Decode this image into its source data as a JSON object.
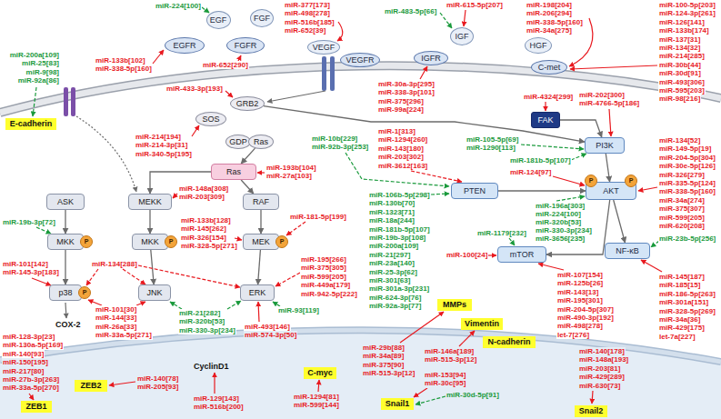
{
  "diagram": {
    "nodes": [
      {
        "text": [
          "EGF"
        ]
      },
      {
        "text": [
          "EGFR"
        ]
      },
      {
        "text": [
          "FGF"
        ]
      },
      {
        "text": [
          "FGFR"
        ]
      },
      {
        "text": [
          "VEGF"
        ]
      },
      {
        "text": [
          "VEGFR"
        ]
      },
      {
        "text": [
          "IGF"
        ]
      },
      {
        "text": [
          "IGFR"
        ]
      },
      {
        "text": [
          "HGF"
        ]
      },
      {
        "text": [
          "C-met"
        ]
      },
      {
        "text": [
          "E-cadherin"
        ]
      },
      {
        "text": [
          "GRB2"
        ]
      },
      {
        "text": [
          "SOS"
        ]
      },
      {
        "text": [
          "GDP"
        ]
      },
      {
        "text": [
          "Ras"
        ]
      },
      {
        "text": [
          "FAK"
        ]
      },
      {
        "text": [
          "PI3K"
        ]
      },
      {
        "text": [
          "Ras"
        ]
      },
      {
        "text": [
          "ASK"
        ]
      },
      {
        "text": [
          "MEKK"
        ]
      },
      {
        "text": [
          "RAF"
        ]
      },
      {
        "text": [
          "PTEN"
        ]
      },
      {
        "text": [
          "AKT"
        ]
      },
      {
        "text": [
          "MKK"
        ]
      },
      {
        "text": [
          "MKK"
        ]
      },
      {
        "text": [
          "MEK"
        ]
      },
      {
        "text": [
          "mTOR"
        ]
      },
      {
        "text": [
          "NF-κB"
        ]
      },
      {
        "text": [
          "p38"
        ]
      },
      {
        "text": [
          "JNK"
        ]
      },
      {
        "text": [
          "ERK"
        ]
      },
      {
        "text": [
          "MMPs"
        ]
      },
      {
        "text": [
          "Vimentin"
        ]
      },
      {
        "text": [
          "N-cadherin"
        ]
      },
      {
        "text": [
          "C-myc"
        ]
      },
      {
        "text": [
          "ZEB2"
        ]
      },
      {
        "text": [
          "Snail1"
        ]
      },
      {
        "text": [
          "ZEB1"
        ]
      },
      {
        "text": [
          "Snail2"
        ]
      },
      {
        "text": [
          "P"
        ]
      },
      {
        "text": [
          "P"
        ]
      },
      {
        "text": [
          "P"
        ]
      },
      {
        "text": [
          "P"
        ]
      },
      {
        "text": [
          "P"
        ]
      },
      {
        "text": [
          "P"
        ]
      }
    ],
    "edges": [
      {
        "from": 11,
        "to": 16,
        "arrow": "to"
      },
      {
        "from": 14,
        "to": 17,
        "arrow": "to"
      },
      {
        "from": 17,
        "to": 19,
        "arrow": "to"
      },
      {
        "from": 17,
        "to": 20,
        "arrow": "to"
      },
      {
        "from": 18,
        "to": 23,
        "arrow": "to"
      },
      {
        "from": 19,
        "to": 24,
        "arrow": "to"
      },
      {
        "from": 20,
        "to": 25,
        "arrow": "to"
      },
      {
        "from": 23,
        "to": 28,
        "arrow": "to"
      },
      {
        "from": 24,
        "to": 29,
        "arrow": "to"
      },
      {
        "from": 25,
        "to": 30,
        "arrow": "to"
      },
      {
        "from": 15,
        "to": 16,
        "arrow": "to"
      },
      {
        "from": 16,
        "to": 22,
        "arrow": "to"
      },
      {
        "from": 21,
        "to": 22,
        "arrow": "to"
      },
      {
        "from": 22,
        "to": 26,
        "arrow": "to"
      },
      {
        "from": 22,
        "to": 27,
        "arrow": "to"
      }
    ],
    "labels": [
      "miR-224[100]",
      "miR-133b[102]",
      "miR-338-5p[160]",
      "miR-200a[109]",
      "miR-25[83]",
      "miR-9[98]",
      "miR-92a[86]",
      "miR-652[290]",
      "miR-377[173]",
      "miR-498[278]",
      "miR-516b[185]",
      "miR-652[39]",
      "miR-483-5p[66]",
      "miR-615-5p[207]",
      "miR-198[204]",
      "miR-206[294]",
      "miR-338-5p[160]",
      "miR-34a[275]",
      "miR-100-5p[203]",
      "miR-124-3p[261]",
      "miR-126[141]",
      "miR-133b[174]",
      "miR-137[31]",
      "miR-134[32]",
      "miR-214[285]",
      "miR-30b[44]",
      "miR-30d[91]",
      "miR-493[306]",
      "miR-595[203]",
      "miR-98[216]",
      "miR-4324[299]",
      "miR-433-3p[193]",
      "miR-214[194]",
      "miR-214-3p[31]",
      "miR-340-5p[195]",
      "miR-30a-3p[295]",
      "miR-338-3p[101]",
      "miR-375[296]",
      "miR-99a[224]",
      "miR-202[300]",
      "miR-4766-5p[186]",
      "miR-105-5p[69]",
      "miR-1290[113]",
      "miR-1[313]",
      "miR-1294[260]",
      "miR-143[180]",
      "miR-203[302]",
      "miR-3612[163]",
      "miR-10b[229]",
      "miR-92b-3p[253]",
      "miR-106b-5p[298]",
      "miR-130b[70]",
      "miR-1323[71]",
      "miR-18a[244]",
      "miR-181b-5p[107]",
      "miR-19b-3p[108]",
      "miR-200a[109]",
      "miR-21[297]",
      "miR-23a[140]",
      "miR-25-3p[62]",
      "miR-301[63]",
      "miR-301a-3p[231]",
      "miR-624-3p[76]",
      "miR-92a-3p[77]",
      "miR-148a[308]",
      "miR-203[309]",
      "miR-193b[104]",
      "miR-27a[103]",
      "miR-19b-3p[72]",
      "miR-133b[128]",
      "miR-145[262]",
      "miR-326[154]",
      "miR-328-5p[271]",
      "miR-181-5p[199]",
      "miR-134[288]",
      "miR-101[142]",
      "miR-145-3p[183]",
      "miR-101[30]",
      "miR-144[33]",
      "miR-26a[33]",
      "miR-33a-5p[271]",
      "miR-21[282]",
      "miR-320b[53]",
      "miR-330-3p[234]",
      "miR-93[119]",
      "miR-493[146]",
      "miR-574-3p[50]",
      "miR-195[266]",
      "miR-375[305]",
      "miR-599[205]",
      "miR-449a[179]",
      "miR-942-5p[222]",
      "miR-124[97]",
      "miR-181b-5p[107]",
      "miR-196a[303]",
      "miR-224[100]",
      "miR-320b[53]",
      "miR-330-3p[234]",
      "miR-3656[235]",
      "miR-134[52]",
      "miR-149-5p[19]",
      "miR-204-5p[304]",
      "miR-30e-5p[126]",
      "miR-326[279]",
      "miR-335-5p[124]",
      "miR-338-5p[160]",
      "miR-34a[274]",
      "miR-375[307]",
      "miR-599[205]",
      "miR-620[208]",
      "miR-1179[232]",
      "miR-100[24]",
      "miR-23b-5p[256]",
      "miR-107[154]",
      "miR-125b[26]",
      "miR-143[13]",
      "miR-195[301]",
      "miR-204-5p[307]",
      "miR-490-3p[192]",
      "miR-498[278]",
      "let-7[276]",
      "miR-145[187]",
      "miR-185[15]",
      "miR-186-5p[263]",
      "miR-301a[151]",
      "miR-328-5p[269]",
      "miR-34a[36]",
      "miR-429[175]",
      "let-7a[227]",
      "miR-140[178]",
      "miR-148a[193]",
      "miR-203[81]",
      "miR-429[289]",
      "miR-630[73]",
      "miR-128-3p[23]",
      "miR-130a-5p[169]",
      "miR-140[93]",
      "miR-150[195]",
      "miR-217[80]",
      "miR-27b-3p[263]",
      "miR-33a-5p[270]",
      "miR-140[78]",
      "miR-205[93]",
      "miR-129[143]",
      "miR-516b[200]",
      "miR-1294[81]",
      "miR-599[144]",
      "miR-29b[88]",
      "miR-34a[89]",
      "miR-375[90]",
      "miR-515-3p[12]",
      "miR-146a[189]",
      "miR-515-3p[12]",
      "miR-153[94]",
      "miR-30c[95]",
      "miR-30d-5p[91]",
      "COX-2",
      "CyclinD1"
    ]
  }
}
